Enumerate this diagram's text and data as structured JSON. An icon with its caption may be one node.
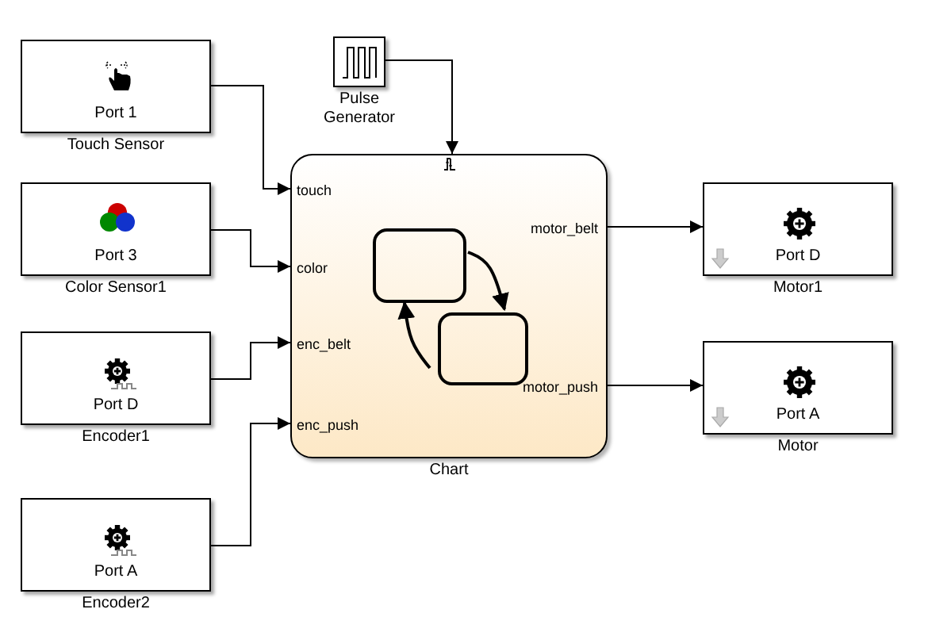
{
  "diagram": {
    "nodes": [
      {
        "text": [
          "Port 1"
        ],
        "beside": [
          "Touch Sensor"
        ]
      },
      {
        "text": [
          "Port 3"
        ],
        "beside": [
          "Color Sensor1"
        ]
      },
      {
        "text": [
          "Port D"
        ],
        "beside": [
          "Encoder1"
        ]
      },
      {
        "text": [
          "Port A"
        ],
        "beside": [
          "Encoder2"
        ]
      },
      {
        "text": [],
        "shape": "box",
        "beside": [
          "Pulse Generator"
        ]
      },
      {
        "text": [
          "touch",
          "color",
          "enc_belt",
          "enc_push",
          "motor_belt",
          "motor_push"
        ],
        "beside": [
          "Chart"
        ]
      },
      {
        "text": [],
        "shape": "box",
        "in": 5
      },
      {
        "text": [],
        "shape": "box",
        "in": 5
      },
      {
        "text": [
          "Port D"
        ],
        "beside": [
          "Motor1"
        ]
      },
      {
        "text": [
          "Port A"
        ],
        "beside": [
          "Motor"
        ]
      }
    ],
    "edges": [
      {
        "from": 0,
        "to": 5,
        "arrow": "to"
      },
      {
        "from": 1,
        "to": 5,
        "arrow": "to"
      },
      {
        "from": 2,
        "to": 5,
        "arrow": "to"
      },
      {
        "from": 3,
        "to": 5,
        "arrow": "to"
      },
      {
        "from": 4,
        "to": 5,
        "arrow": "to"
      },
      {
        "from": 5,
        "to": 8,
        "arrow": "to"
      },
      {
        "from": 5,
        "to": 9,
        "arrow": "to"
      },
      {
        "from": 6,
        "to": 7,
        "arrow": "to"
      },
      {
        "from": 7,
        "to": 6,
        "arrow": "to"
      }
    ]
  }
}
